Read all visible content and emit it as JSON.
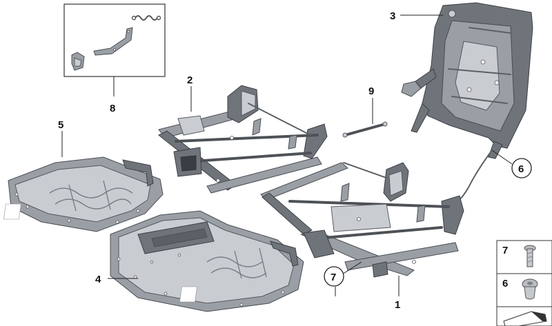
{
  "callouts": [
    {
      "id": "1",
      "label": "1",
      "circled": false
    },
    {
      "id": "2",
      "label": "2",
      "circled": false
    },
    {
      "id": "3",
      "label": "3",
      "circled": false
    },
    {
      "id": "4",
      "label": "4",
      "circled": false
    },
    {
      "id": "5",
      "label": "5",
      "circled": false
    },
    {
      "id": "6",
      "label": "6",
      "circled": true
    },
    {
      "id": "7",
      "label": "7",
      "circled": true
    },
    {
      "id": "8",
      "label": "8",
      "circled": false
    },
    {
      "id": "9",
      "label": "9",
      "circled": false
    }
  ],
  "legend": [
    {
      "label": "7",
      "icon": "screw-icon"
    },
    {
      "label": "6",
      "icon": "rivet-icon"
    }
  ],
  "colors": {
    "background": "#ffffff",
    "metal_dark": "#6f737a",
    "metal_mid": "#9a9ea5",
    "metal_light": "#c9ccd1",
    "ink": "#111111"
  }
}
